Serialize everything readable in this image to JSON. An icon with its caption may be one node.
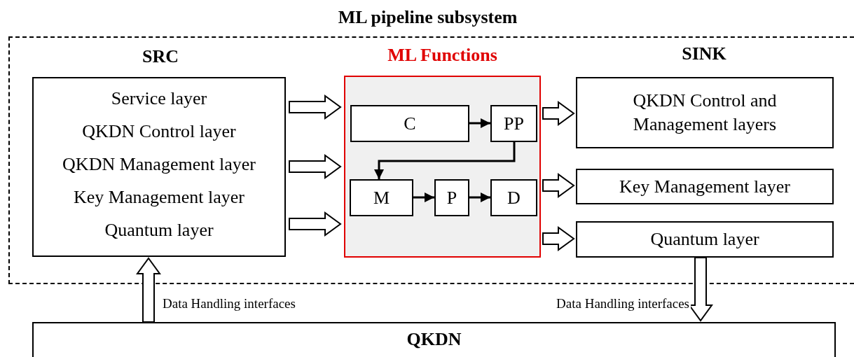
{
  "diagram": {
    "nodes": [
      {
        "text": [
          "ML pipeline subsystem"
        ]
      },
      {
        "text": [
          "SRC",
          "Service layer",
          "QKDN Control layer",
          "QKDN Management layer",
          "Key Management layer",
          "Quantum layer"
        ],
        "in": 0
      },
      {
        "text": [
          "ML Functions"
        ],
        "in": 0
      },
      {
        "text": [
          "C"
        ],
        "in": 2
      },
      {
        "text": [
          "PP"
        ],
        "in": 2
      },
      {
        "text": [
          "M"
        ],
        "in": 2
      },
      {
        "text": [
          "P"
        ],
        "in": 2
      },
      {
        "text": [
          "D"
        ],
        "in": 2
      },
      {
        "text": [
          "QKDN Control and Management layers"
        ],
        "in": 0
      },
      {
        "text": [
          "Key Management layer"
        ],
        "in": 0
      },
      {
        "text": [
          "Quantum layer"
        ],
        "in": 0
      },
      {
        "text": [
          "QKDN"
        ]
      }
    ],
    "edges": [
      {
        "from": 1,
        "to": 2,
        "arrow": "to",
        "style": "thick"
      },
      {
        "from": 1,
        "to": 2,
        "arrow": "to",
        "style": "thick"
      },
      {
        "from": 1,
        "to": 2,
        "arrow": "to",
        "style": "thick"
      },
      {
        "from": 3,
        "to": 4,
        "arrow": "to"
      },
      {
        "from": 4,
        "to": 5,
        "arrow": "to"
      },
      {
        "from": 5,
        "to": 6,
        "arrow": "to"
      },
      {
        "from": 6,
        "to": 7,
        "arrow": "to"
      },
      {
        "from": 2,
        "to": 8,
        "arrow": "to",
        "style": "thick"
      },
      {
        "from": 2,
        "to": 9,
        "arrow": "to",
        "style": "thick"
      },
      {
        "from": 2,
        "to": 10,
        "arrow": "to",
        "style": "thick"
      },
      {
        "from": 11,
        "to": 1,
        "arrow": "to",
        "style": "thick",
        "label": "Data Handling interfaces"
      },
      {
        "from": 10,
        "to": 11,
        "arrow": "to",
        "style": "thick",
        "label": "Data Handling interfaces"
      }
    ],
    "labels": [
      "SINK"
    ]
  }
}
